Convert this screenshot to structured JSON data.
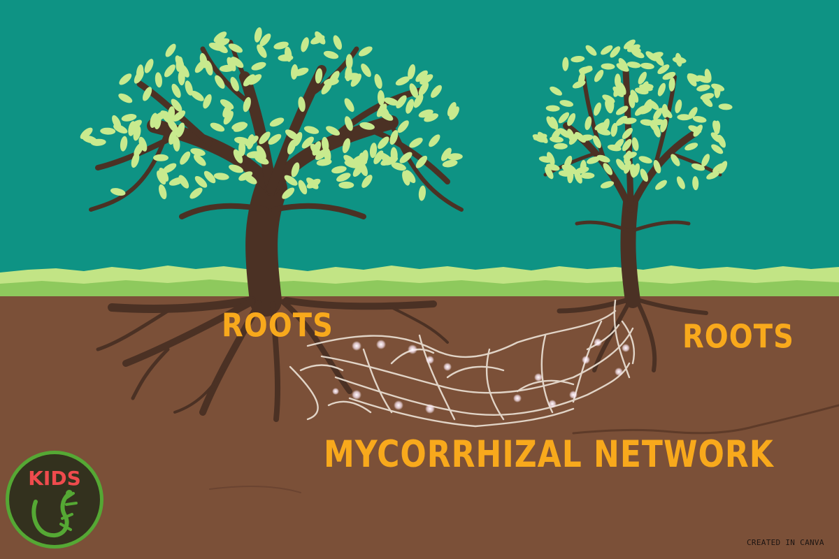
{
  "labels": {
    "roots_left": "ROOTS",
    "roots_right": "ROOTS",
    "network": "MYCORRHIZAL NETWORK"
  },
  "badge": {
    "text": "KIDS",
    "icon": "lizard-icon"
  },
  "credit": "CREATED IN CANVA",
  "colors": {
    "sky": "#0e9384",
    "grass_light": "#c2e485",
    "grass_dark": "#8ec95d",
    "soil": "#7b5038",
    "bark": "#4b3124",
    "leaf": "#c8ea8e",
    "label": "#f8a91c",
    "network": "#e7dccf",
    "badge_ring": "#55a834",
    "badge_text": "#ef4b4d"
  }
}
